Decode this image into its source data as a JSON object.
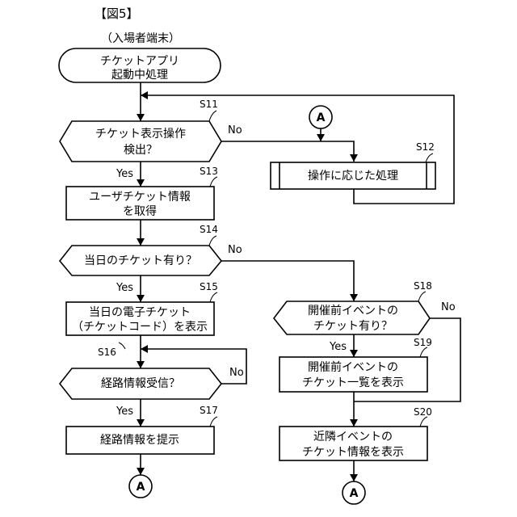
{
  "figure_title": "【図5】",
  "subtitle": "（入場者端末）",
  "nodes": {
    "start": {
      "line1": "チケットアプリ",
      "line2": "起動中処理"
    },
    "s11": {
      "step": "S11",
      "line1": "チケット表示操作",
      "line2": "検出？"
    },
    "s12": {
      "step": "S12",
      "line1": "操作に応じた処理"
    },
    "s13": {
      "step": "S13",
      "line1": "ユーザチケット情報",
      "line2": "を取得"
    },
    "s14": {
      "step": "S14",
      "line1": "当日のチケット有り？"
    },
    "s15": {
      "step": "S15",
      "line1": "当日の電子チケット",
      "line2": "（チケットコード）を表示"
    },
    "s16": {
      "step": "S16",
      "line1": "経路情報受信？"
    },
    "s17": {
      "step": "S17",
      "line1": "経路情報を提示"
    },
    "s18": {
      "step": "S18",
      "line1": "開催前イベントの",
      "line2": "チケット有り？"
    },
    "s19": {
      "step": "S19",
      "line1": "開催前イベントの",
      "line2": "チケット一覧を表示"
    },
    "s20": {
      "step": "S20",
      "line1": "近隣イベントの",
      "line2": "チケット情報を表示"
    }
  },
  "connectors": {
    "top": "A",
    "bottom_left": "A",
    "bottom_right": "A"
  },
  "labels": {
    "s11_no": "No",
    "s11_yes": "Yes",
    "s14_no": "No",
    "s14_yes": "Yes",
    "s16_no": "No",
    "s16_yes": "Yes",
    "s18_no": "No",
    "s18_yes": "Yes"
  }
}
